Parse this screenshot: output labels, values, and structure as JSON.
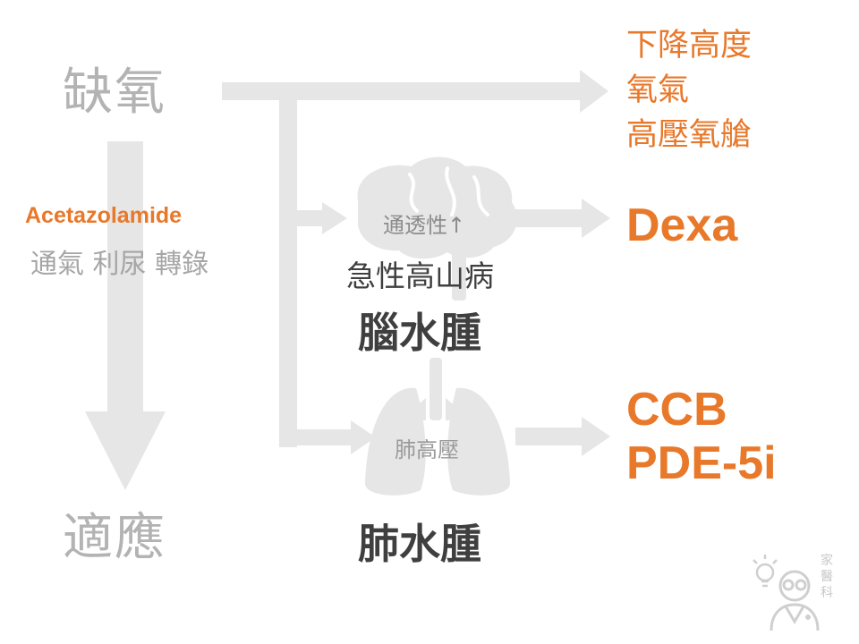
{
  "hypoxia": "缺氧",
  "acclimatization": "適應",
  "acetazolamide": {
    "name": "Acetazolamide",
    "effects": "通氣 利尿 轉錄"
  },
  "descent_options": [
    "下降高度",
    "氧氣",
    "高壓氧艙"
  ],
  "hace_branch": {
    "mechanism": "通透性↑",
    "label": "急性高山病",
    "condition": "腦水腫",
    "treatment": "Dexa"
  },
  "hape_branch": {
    "mechanism": "肺高壓",
    "condition": "肺水腫",
    "treatments": [
      "CCB",
      "PDE-5i"
    ]
  },
  "watermark": "家醫科",
  "colors": {
    "arrow": "#e6e6e6",
    "organ": "#e6e6e6",
    "orange": "#e8782a",
    "big_gray": "#b3b3b3",
    "dark_text": "#3f3f3f"
  },
  "icons": [
    "brain-icon",
    "lungs-icon",
    "doctor-icon",
    "lightbulb-icon"
  ]
}
